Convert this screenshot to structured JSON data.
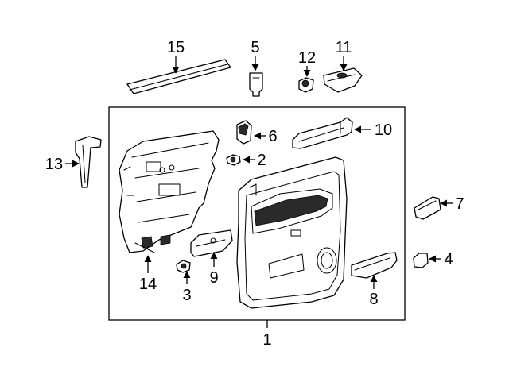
{
  "callouts": {
    "c1": "1",
    "c2": "2",
    "c3": "3",
    "c4": "4",
    "c5": "5",
    "c6": "6",
    "c7": "7",
    "c8": "8",
    "c9": "9",
    "c10": "10",
    "c11": "11",
    "c12": "12",
    "c13": "13",
    "c14": "14",
    "c15": "15"
  },
  "colors": {
    "line": "#000000",
    "background": "#ffffff",
    "shade": "#2a2a2a"
  }
}
